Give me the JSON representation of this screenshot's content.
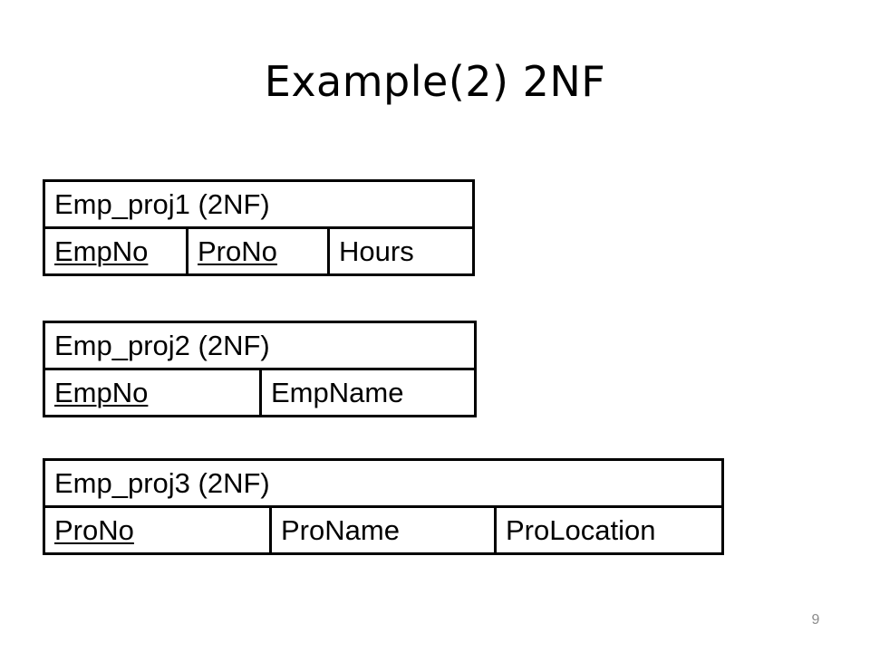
{
  "slide": {
    "title": "Example(2) 2NF",
    "page_number": "9"
  },
  "relations": [
    {
      "name": "Emp_proj1 (2NF)",
      "attributes": [
        {
          "name": "EmpNo",
          "key": true
        },
        {
          "name": "ProNo",
          "key": true
        },
        {
          "name": "Hours",
          "key": false
        }
      ]
    },
    {
      "name": "Emp_proj2 (2NF)",
      "attributes": [
        {
          "name": "EmpNo",
          "key": true
        },
        {
          "name": "EmpName",
          "key": false
        }
      ]
    },
    {
      "name": "Emp_proj3 (2NF)",
      "attributes": [
        {
          "name": "ProNo",
          "key": true
        },
        {
          "name": "ProName",
          "key": false
        },
        {
          "name": "ProLocation",
          "key": false
        }
      ]
    }
  ],
  "colors": {
    "text": "#000000",
    "border": "#000000",
    "background": "#ffffff",
    "page_number": "#8c8c8c"
  }
}
